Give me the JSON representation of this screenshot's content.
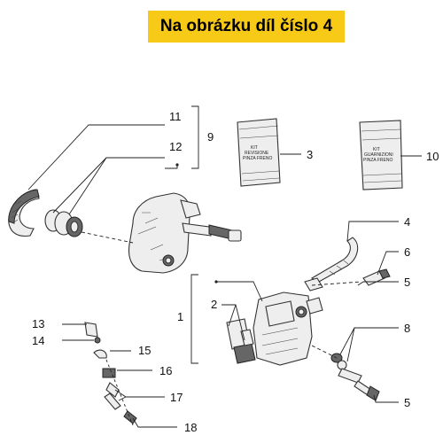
{
  "banner": {
    "text": "Na obrázku díl číslo 4"
  },
  "callouts": {
    "n1": "1",
    "n2": "2",
    "n3": "3",
    "n4": "4",
    "n5a": "5",
    "n5b": "5",
    "n6": "6",
    "n8": "8",
    "n9": "9",
    "n10": "10",
    "n11": "11",
    "n12": "12",
    "n13": "13",
    "n14": "14",
    "n15": "15",
    "n16": "16",
    "n17": "17",
    "n18": "18"
  },
  "kit_left": {
    "line1": "KIT",
    "line2": "REVISIONE",
    "line3": "PINZA FRENO"
  },
  "kit_right": {
    "line1": "KIT",
    "line2": "GUARNIZIONI",
    "line3": "PINZA FRENO"
  },
  "colors": {
    "banner": "#f7ca18",
    "line": "#222222"
  }
}
